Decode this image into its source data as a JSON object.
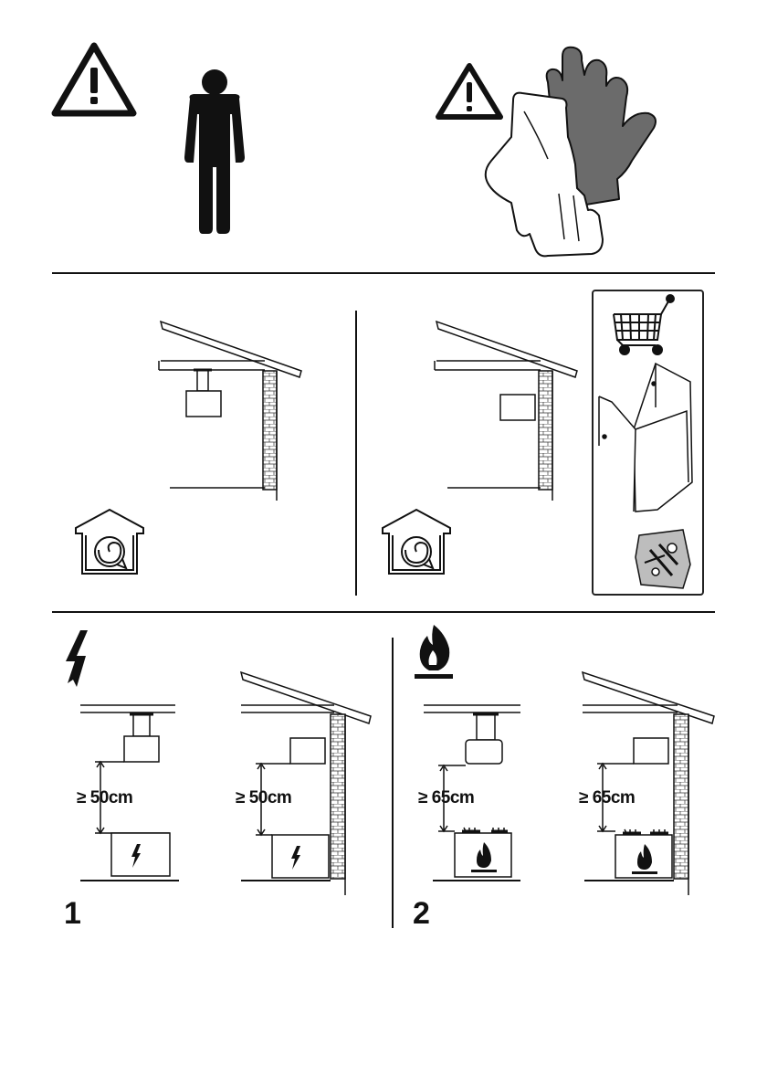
{
  "sections": {
    "electric": {
      "number": "1",
      "distance_label_left": "≥ 50cm",
      "distance_label_right": "≥ 50cm",
      "icon": "lightning-icon"
    },
    "gas": {
      "number": "2",
      "distance_label_left": "≥ 65cm",
      "distance_label_right": "≥ 65cm",
      "icon": "flame-icon"
    }
  },
  "icons": {
    "warning_1": "warning-triangle-icon",
    "person": "person-icon",
    "warning_2": "warning-triangle-icon",
    "gloves": "gloves-icon",
    "recirculation_1": "recirculation-house-icon",
    "recirculation_2": "recirculation-house-icon",
    "cart": "shopping-cart-icon",
    "bracket": "mounting-bracket-icon",
    "fixings": "fixings-pack-icon"
  },
  "colors": {
    "ink": "#111111",
    "glove_dark": "#6b6b6b",
    "panel_border": "#222222"
  }
}
